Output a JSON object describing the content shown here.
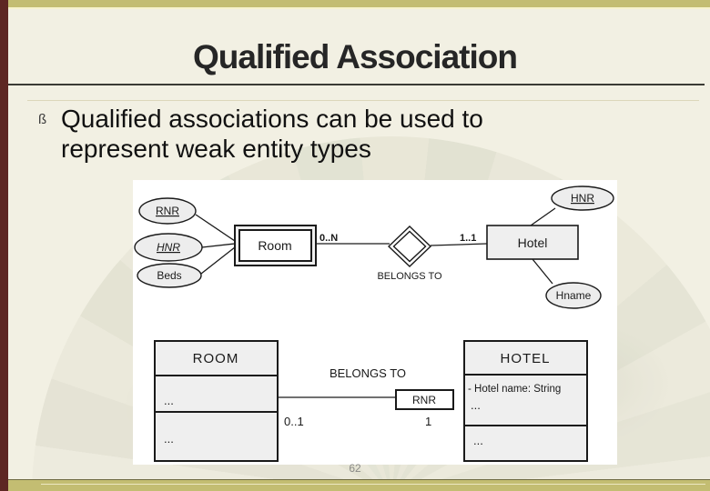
{
  "slide": {
    "title": "Qualified Association",
    "bullet": {
      "marker": "ß",
      "lines": [
        "Qualified associations can be used to",
        "represent weak entity types"
      ]
    },
    "page_number": "62"
  },
  "colors": {
    "background": "#f2f0e3",
    "band_khaki": "#c3bd72",
    "accent_bar_maroon": "#5d2723",
    "title_text": "#262626",
    "rule_dark": "#3b3b35",
    "panel_white": "#ffffff",
    "shape_fill_gray": "#ededed",
    "diagram_ink": "#1a1a1a",
    "page_number_gray": "#8a8a87"
  },
  "er_diagram": {
    "room_attributes": [
      {
        "label": "RNR"
      },
      {
        "label": "HNR"
      },
      {
        "label": "Beds"
      }
    ],
    "room_entity": "Room",
    "cardinality_left": "0..N",
    "relationship": "BELONGS TO",
    "cardinality_right": "1..1",
    "hotel_entity": "Hotel",
    "hotel_key_attribute": "HNR",
    "hotel_name_attribute": "Hname"
  },
  "uml_diagram": {
    "room_class_name": "ROOM",
    "room_attr_placeholder": "...",
    "room_ops_placeholder": "...",
    "association_label": "BELONGS TO",
    "qualifier": "RNR",
    "multiplicity_left": "0..1",
    "multiplicity_right": "1",
    "hotel_class_name": "HOTEL",
    "hotel_attr_line": "- Hotel name: String",
    "hotel_attr_placeholder": "...",
    "hotel_ops_placeholder": "..."
  }
}
